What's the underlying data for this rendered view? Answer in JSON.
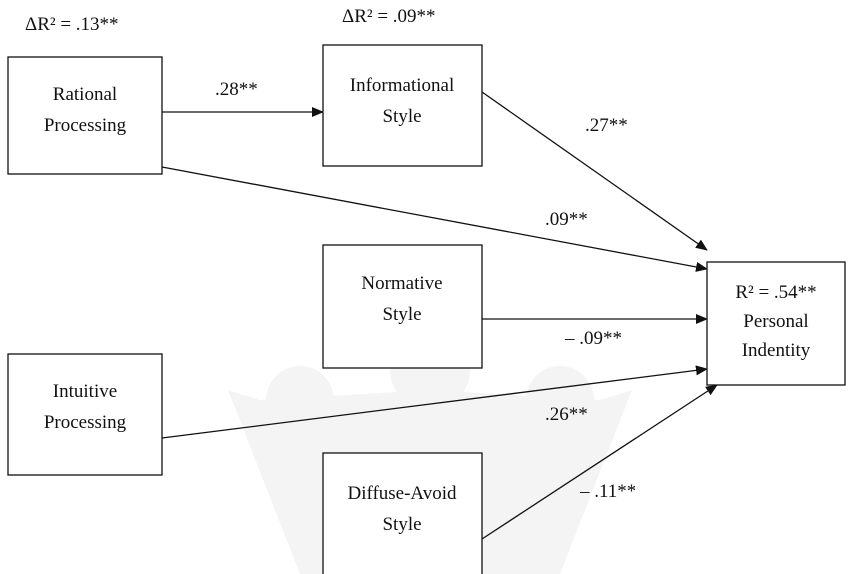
{
  "nodes": {
    "rational": {
      "lines": [
        "Rational",
        "Processing"
      ],
      "delta": "ΔR² = .13**"
    },
    "informational": {
      "lines": [
        "Informational",
        "Style"
      ],
      "delta": "ΔR² = .09**"
    },
    "normative": {
      "lines": [
        "Normative",
        "Style"
      ]
    },
    "intuitive": {
      "lines": [
        "Intuitive",
        "Processing"
      ]
    },
    "diffuse": {
      "lines": [
        "Diffuse-Avoid",
        "Style"
      ]
    },
    "identity": {
      "lines": [
        "R² = .54**",
        "Personal",
        "Indentity"
      ]
    }
  },
  "paths": {
    "rational_informational": ".28**",
    "informational_identity": ".27**",
    "rational_identity": ".09**",
    "normative_identity": "– .09**",
    "intuitive_identity": ".26**",
    "diffuse_identity": "– .11**"
  }
}
